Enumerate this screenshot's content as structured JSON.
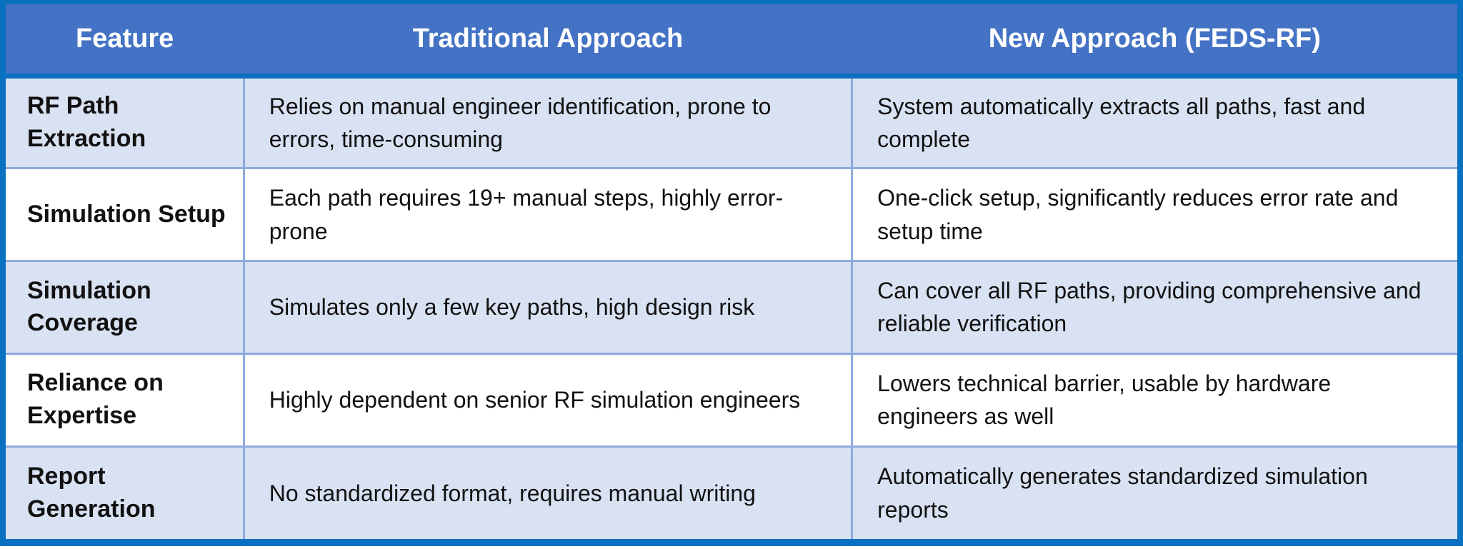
{
  "colors": {
    "header_bg": "#4472C4",
    "header_text": "#FFFFFF",
    "outer_border": "#0A70C0",
    "alt_row_bg": "#D9E2F3",
    "white_row_bg": "#FFFFFF",
    "grid_line": "#8EAADB",
    "body_text": "#111111"
  },
  "table": {
    "headers": [
      "Feature",
      "Traditional Approach",
      "New Approach (FEDS-RF)"
    ],
    "rows": [
      [
        "RF Path Extraction",
        "Relies on manual engineer identification, prone to errors, time-consuming",
        "System automatically extracts all paths, fast and complete"
      ],
      [
        "Simulation Setup",
        "Each path requires 19+ manual steps, highly error-prone",
        "One-click setup, significantly reduces error rate and setup time"
      ],
      [
        "Simulation Coverage",
        "Simulates only a few key paths, high design risk",
        "Can cover all RF paths, providing comprehensive and reliable verification"
      ],
      [
        "Reliance on Expertise",
        "Highly dependent on senior RF simulation engineers",
        "Lowers technical barrier, usable by hardware engineers as well"
      ],
      [
        "Report Generation",
        "No standardized format, requires manual writing",
        "Automatically generates standardized simulation reports"
      ]
    ]
  }
}
